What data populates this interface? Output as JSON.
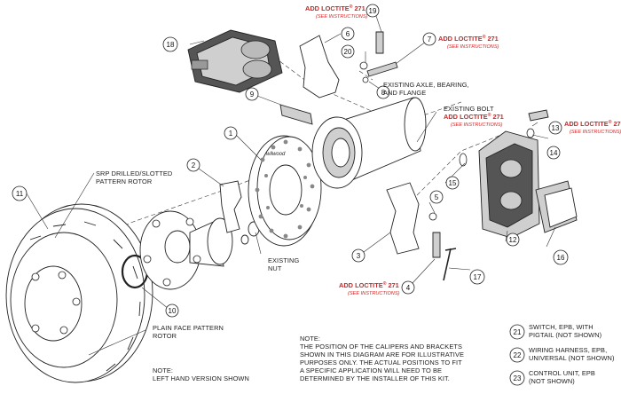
{
  "callouts": [
    {
      "n": "1"
    },
    {
      "n": "2"
    },
    {
      "n": "3"
    },
    {
      "n": "4"
    },
    {
      "n": "5"
    },
    {
      "n": "6"
    },
    {
      "n": "7"
    },
    {
      "n": "8"
    },
    {
      "n": "9"
    },
    {
      "n": "10"
    },
    {
      "n": "11"
    },
    {
      "n": "12"
    },
    {
      "n": "13"
    },
    {
      "n": "14"
    },
    {
      "n": "15"
    },
    {
      "n": "16"
    },
    {
      "n": "17"
    },
    {
      "n": "18"
    },
    {
      "n": "19"
    },
    {
      "n": "20"
    },
    {
      "n": "21"
    },
    {
      "n": "22"
    },
    {
      "n": "23"
    }
  ],
  "loctite": {
    "add": "ADD LOCTITE",
    "reg": "®",
    "code": "271",
    "see": "(SEE INSTRUCTIONS)"
  },
  "labels": {
    "existing_axle": [
      "EXISTING AXLE, BEARING,",
      "AND FLANGE"
    ],
    "existing_bolt": "EXISTING BOLT",
    "existing_nut": [
      "EXISTING",
      "NUT"
    ],
    "srp_rotor": [
      "SRP DRILLED/SLOTTED",
      "PATTERN ROTOR"
    ],
    "plain_rotor": [
      "PLAIN FACE PATTERN",
      "ROTOR"
    ],
    "note_left": [
      "NOTE:",
      "LEFT HAND VERSION SHOWN"
    ],
    "note_main": [
      "NOTE:",
      "THE POSITION OF THE CALIPERS AND BRACKETS",
      "SHOWN IN THIS DIAGRAM ARE FOR ILLUSTRATIVE",
      "PURPOSES ONLY.  THE ACTUAL POSITIONS TO FIT",
      "A SPECIFIC APPLICATION WILL NEED TO BE",
      "DETERMINED BY THE INSTALLER OF THIS KIT."
    ]
  },
  "legend": [
    {
      "n": "21",
      "lines": [
        "SWITCH, EPB, WITH",
        "PIGTAIL (NOT SHOWN)"
      ]
    },
    {
      "n": "22",
      "lines": [
        "WIRING HARNESS, EPB,",
        "UNIVERSAL (NOT SHOWN)"
      ]
    },
    {
      "n": "23",
      "lines": [
        "CONTROL UNIT, EPB",
        "(NOT SHOWN)"
      ]
    }
  ],
  "brand": "wilwood",
  "colors": {
    "loctite": "#d42323",
    "line": "#222222",
    "part_grey": "#cfcfcf"
  }
}
